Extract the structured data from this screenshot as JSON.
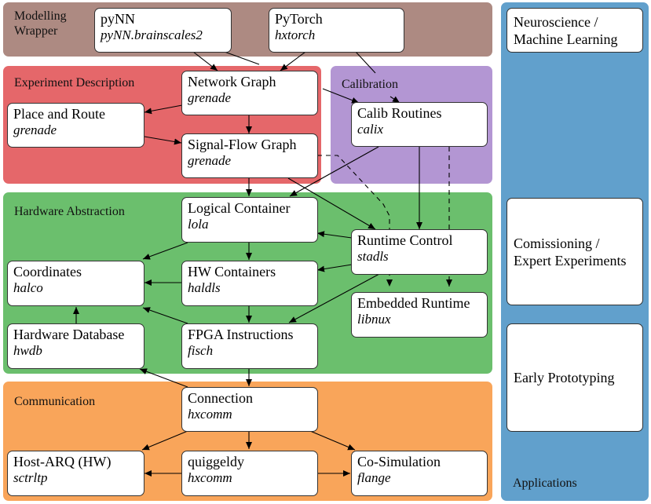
{
  "colors": {
    "modelling": "#ad8a82",
    "experiment": "#e5676a",
    "calibration": "#b396d3",
    "hardware": "#6bbf6d",
    "communication": "#f9a55a",
    "applications": "#61a0cc"
  },
  "panels": {
    "modelling": "Modelling\nWrapper",
    "experiment": "Experiment Description",
    "calibration": "Calibration",
    "hardware": "Hardware Abstraction",
    "communication": "Communication",
    "applications": "Applications"
  },
  "nodes": {
    "pynn": {
      "title": "pyNN",
      "lib": "pyNN.brainscales2"
    },
    "pytorch": {
      "title": "PyTorch",
      "lib": "hxtorch"
    },
    "network_graph": {
      "title": "Network Graph",
      "lib": "grenade"
    },
    "place_route": {
      "title": "Place and Route",
      "lib": "grenade"
    },
    "signal_flow": {
      "title": "Signal-Flow Graph",
      "lib": "grenade"
    },
    "calib": {
      "title": "Calib Routines",
      "lib": "calix"
    },
    "logical": {
      "title": "Logical Container",
      "lib": "lola"
    },
    "coordinates": {
      "title": "Coordinates",
      "lib": "halco"
    },
    "hw_containers": {
      "title": "HW Containers",
      "lib": "haldls"
    },
    "runtime": {
      "title": "Runtime Control",
      "lib": "stadls"
    },
    "embedded": {
      "title": "Embedded Runtime",
      "lib": "libnux"
    },
    "hwdb": {
      "title": "Hardware Database",
      "lib": "hwdb"
    },
    "fpga": {
      "title": "FPGA Instructions",
      "lib": "fisch"
    },
    "connection": {
      "title": "Connection",
      "lib": "hxcomm"
    },
    "hostarq": {
      "title": "Host-ARQ (HW)",
      "lib": "sctrltp"
    },
    "quiggeldy": {
      "title": "quiggeldy",
      "lib": "hxcomm"
    },
    "cosim": {
      "title": "Co-Simulation",
      "lib": "flange"
    }
  },
  "applications": [
    "Neuroscience /\nMachine Learning",
    "Comissioning /\nExpert Experiments",
    "Early Prototyping"
  ]
}
